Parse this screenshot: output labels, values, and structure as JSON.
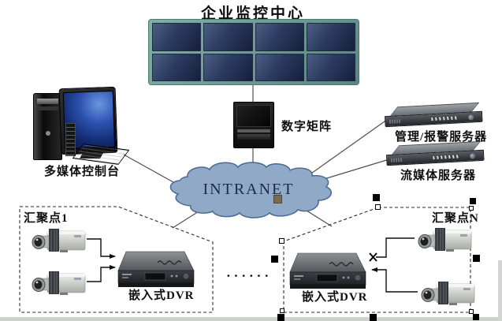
{
  "title": "企业监控中心",
  "labels": {
    "digital_matrix": "数字矩阵",
    "console": "多媒体控制台",
    "mgmt_server": "管理/报警服务器",
    "media_server": "流媒体服务器",
    "intranet": "INTRANET",
    "site1": "汇聚点1",
    "siteN": "汇聚点N",
    "dvr1": "嵌入式DVR",
    "dvrN": "嵌入式DVR",
    "separator": "······"
  },
  "colors": {
    "wall_frame": "#6f9e98",
    "screen_blue": "#2b3b60",
    "cloud_fill": "#90a9c6",
    "cloud_border": "#4a6a92",
    "line": "#4f4f4f",
    "dashed_box": "#2a2a2a"
  },
  "video_wall": {
    "rows": 2,
    "cols": 4
  }
}
